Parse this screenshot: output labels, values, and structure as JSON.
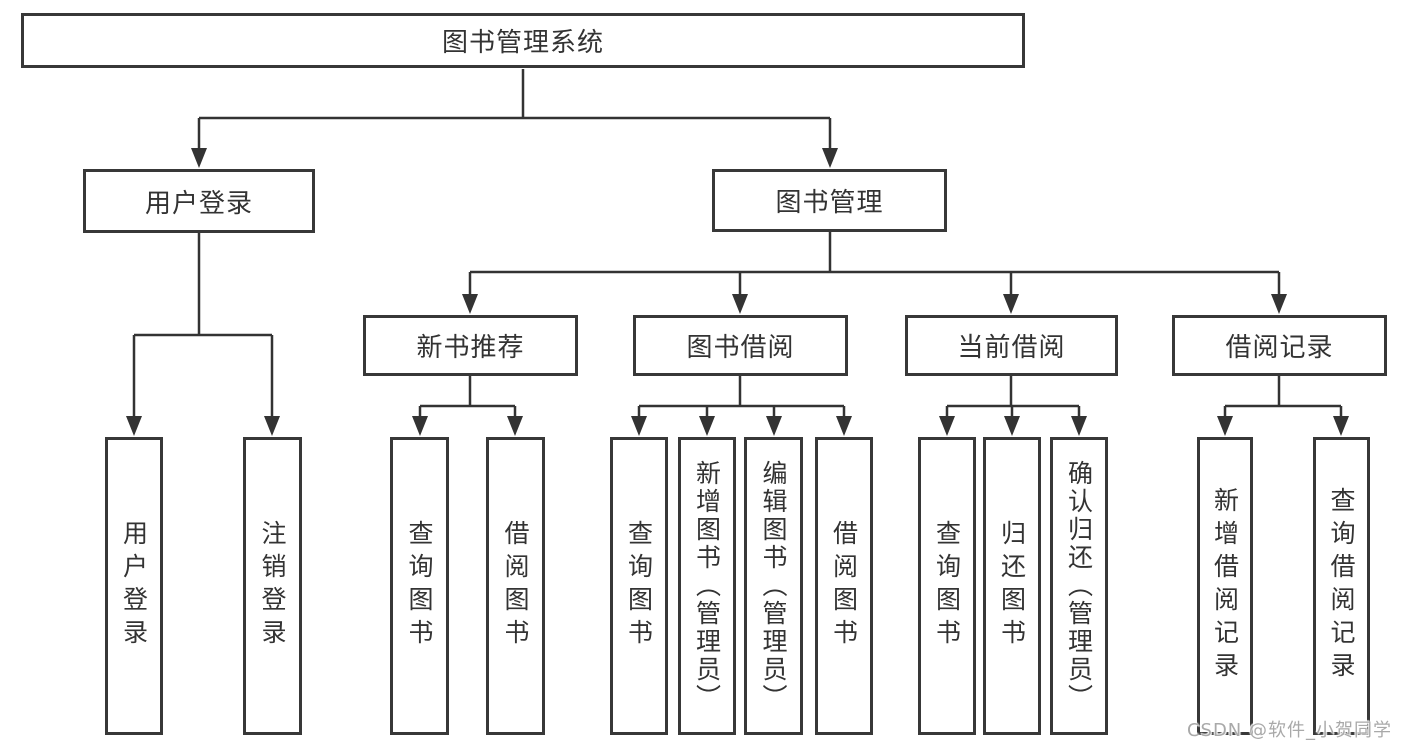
{
  "watermark": "CSDN @软件_小贺同学",
  "colors": {
    "line": "#333333",
    "box_border": "#383838",
    "text": "#333333",
    "watermark_text": "#a9a9a9",
    "background": "#ffffff"
  },
  "tree": {
    "label": "图书管理系统",
    "children": [
      {
        "label": "用户登录",
        "children": [
          {
            "label": "用户登录"
          },
          {
            "label": "注销登录"
          }
        ]
      },
      {
        "label": "图书管理",
        "children": [
          {
            "label": "新书推荐",
            "children": [
              {
                "label": "查询图书"
              },
              {
                "label": "借阅图书"
              }
            ]
          },
          {
            "label": "图书借阅",
            "children": [
              {
                "label": "查询图书"
              },
              {
                "label": "新增图书（管理员）"
              },
              {
                "label": "编辑图书（管理员）"
              },
              {
                "label": "借阅图书"
              }
            ]
          },
          {
            "label": "当前借阅",
            "children": [
              {
                "label": "查询图书"
              },
              {
                "label": "归还图书"
              },
              {
                "label": "确认归还（管理员）"
              }
            ]
          },
          {
            "label": "借阅记录",
            "children": [
              {
                "label": "新增借阅记录"
              },
              {
                "label": "查询借阅记录"
              }
            ]
          }
        ]
      }
    ]
  }
}
